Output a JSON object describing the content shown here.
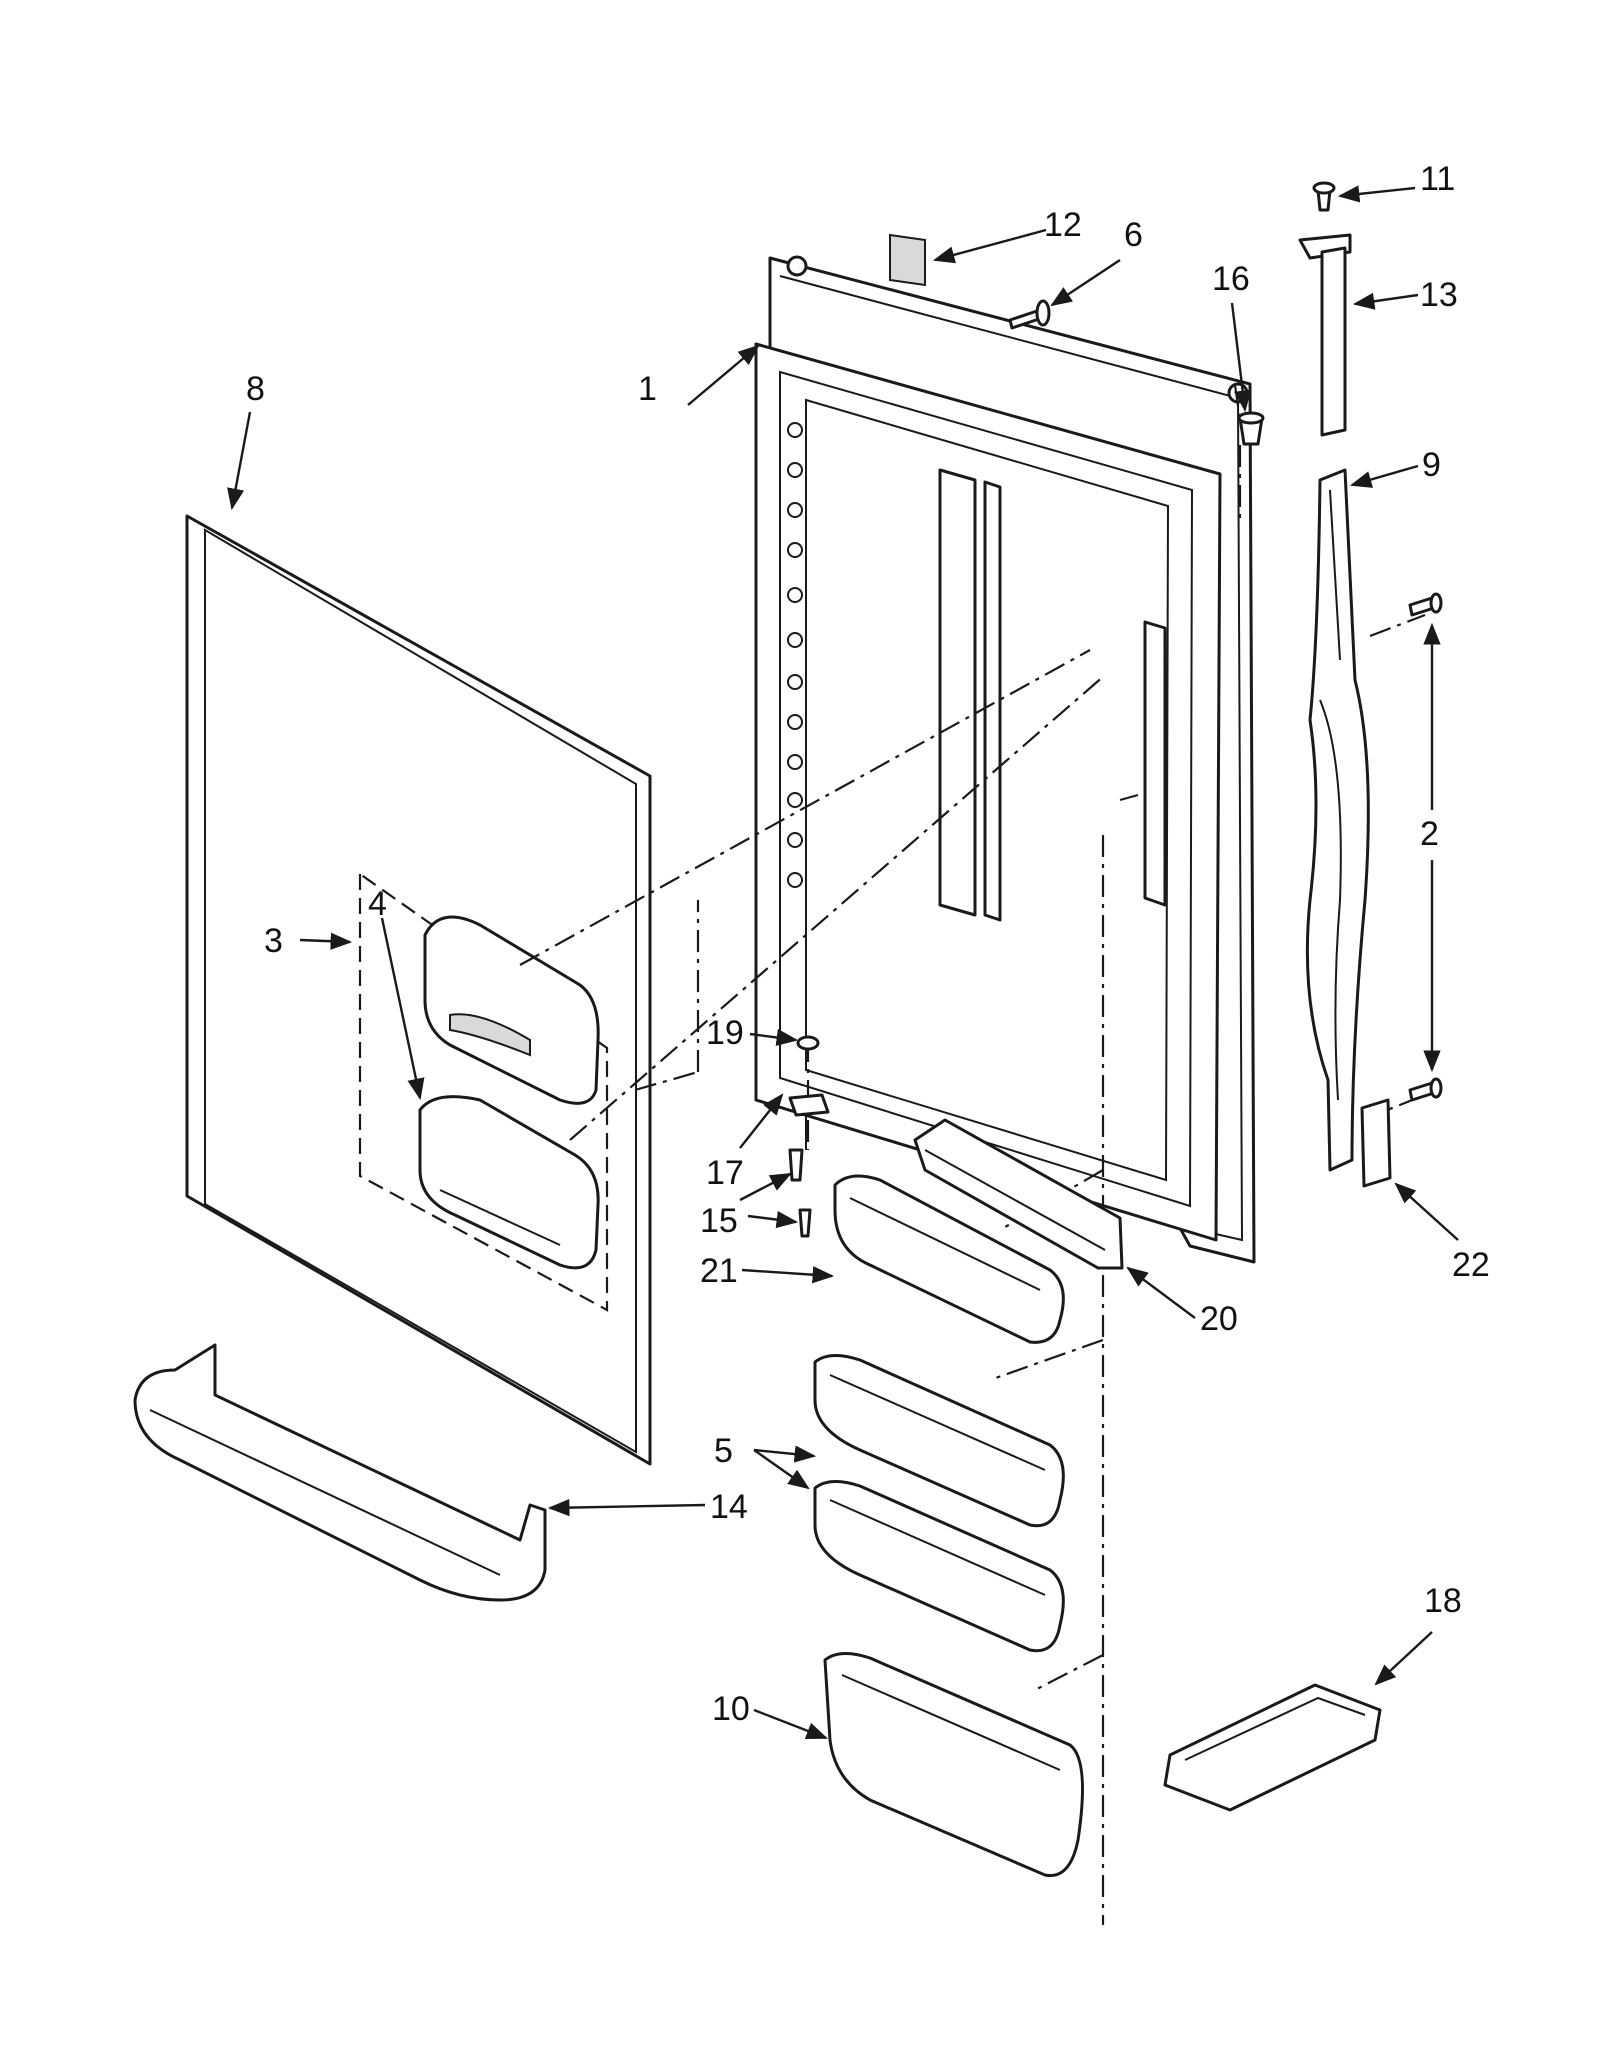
{
  "callouts": {
    "c1": "1",
    "c2": "2",
    "c3": "3",
    "c4": "4",
    "c5": "5",
    "c6": "6",
    "c8": "8",
    "c9": "9",
    "c10": "10",
    "c11": "11",
    "c12": "12",
    "c13": "13",
    "c14": "14",
    "c15": "15",
    "c16": "16",
    "c17": "17",
    "c18": "18",
    "c19": "19",
    "c20": "20",
    "c21": "21",
    "c22": "22"
  },
  "colors": {
    "line": "#1a1a1a",
    "background": "#ffffff",
    "shade": "#d9d9d9"
  }
}
